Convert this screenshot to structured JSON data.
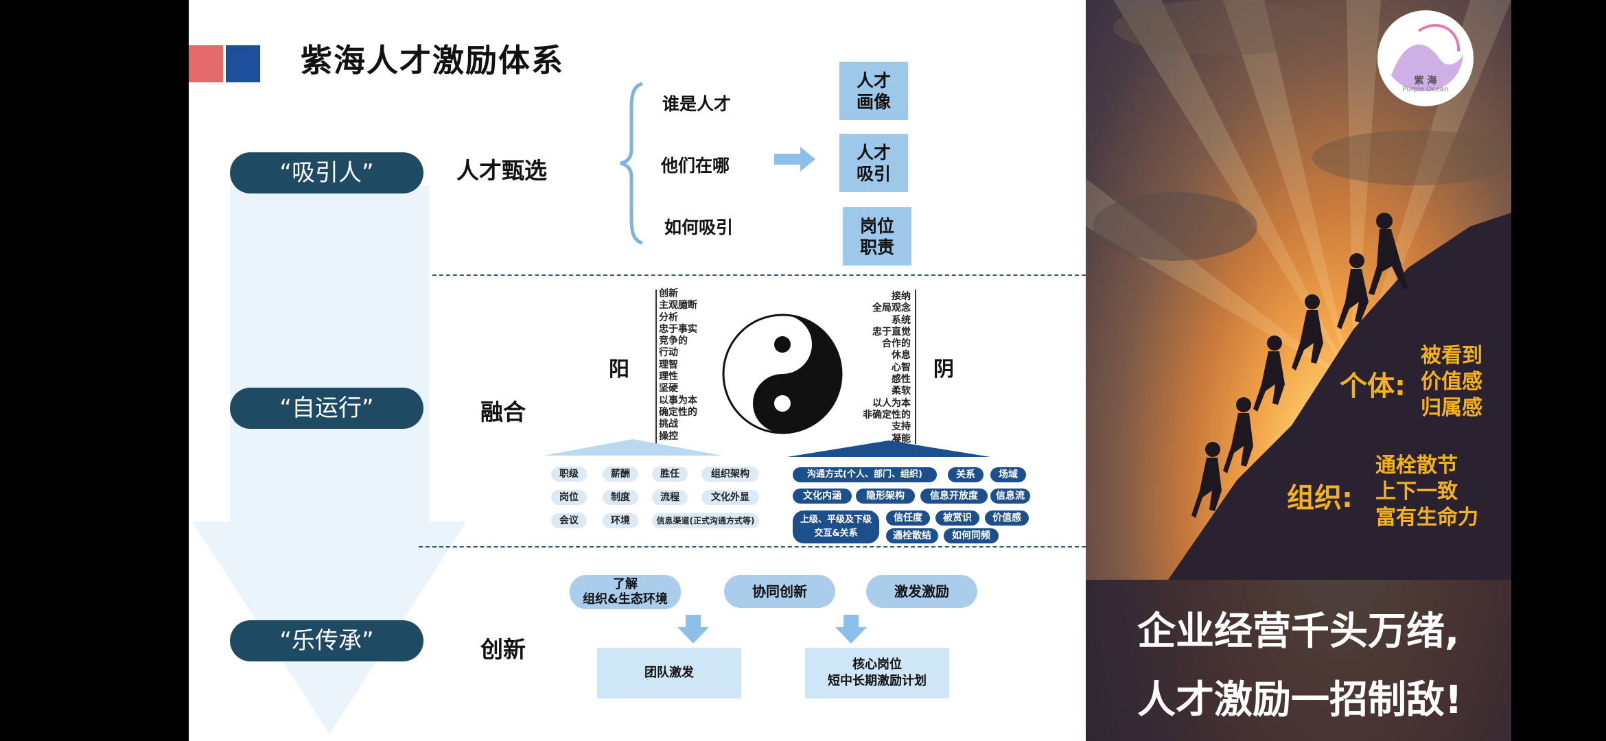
{
  "slide": {
    "title": "紫海人才激励体系",
    "stages": [
      {
        "label": "“吸引人”",
        "heading": "人才甄选"
      },
      {
        "label": "“自运行”",
        "heading": "融合"
      },
      {
        "label": "“乐传承”",
        "heading": "创新"
      }
    ],
    "questions": [
      "谁是人才",
      "他们在哪",
      "如何吸引"
    ],
    "boxes": [
      {
        "line1": "人才",
        "line2": "画像"
      },
      {
        "line1": "人才",
        "line2": "吸引"
      },
      {
        "line1": "岗位",
        "line2": "职责"
      }
    ],
    "yang": {
      "label": "阳",
      "words": [
        "创新",
        "主观臆断",
        "分析",
        "忠于事实",
        "竞争的",
        "行动",
        "理智",
        "理性",
        "坚硬",
        "以事为本",
        "确定性的",
        "挑战",
        "操控"
      ]
    },
    "yin": {
      "label": "阴",
      "words": [
        "接纳",
        "全局观念",
        "系统",
        "忠于直觉",
        "合作的",
        "休息",
        "心智",
        "感性",
        "柔软",
        "以人为本",
        "非确定性的",
        "支持",
        "凝能"
      ]
    },
    "yang_tags": [
      [
        "职级",
        "薪酬",
        "胜任",
        "组织架构"
      ],
      [
        "岗位",
        "制度",
        "流程",
        "文化外显"
      ],
      [
        "会议",
        "环境",
        "信息渠道(正式沟通方式等)"
      ]
    ],
    "yin_tags": {
      "row1": [
        "沟通方式(个人、部门、组织)",
        "关系",
        "场域"
      ],
      "row2": [
        "文化内涵",
        "隐形架构",
        "信息开放度",
        "信息流"
      ],
      "row3_big": "上级、平级及下级交互&关系",
      "row3a": [
        "信任度",
        "被赏识",
        "价值感"
      ],
      "row3b": [
        "通栓散结",
        "如何同频"
      ]
    },
    "innovation": {
      "oval1_line1": "了解",
      "oval1_line2": "组织&生态环境",
      "oval2": "协同创新",
      "oval3": "激发激励",
      "box1": "团队激发",
      "box2_line1": "核心岗位",
      "box2_line2": "短中长期激励计划"
    }
  },
  "photo": {
    "logo_cn": "紫 海",
    "logo_en": "Purple Ocean",
    "individual_label": "个体:",
    "individual_items": [
      "被看到",
      "价值感",
      "归属感"
    ],
    "org_label": "组织:",
    "org_items": [
      "通栓散节",
      "上下一致",
      "富有生命力"
    ],
    "slogan_line1": "企业经营千头万绪,",
    "slogan_line2": "人才激励一招制敌!",
    "colors": {
      "gold": "#f6b21a",
      "pill": "#1e4a63",
      "box": "#9ec8ea"
    }
  }
}
